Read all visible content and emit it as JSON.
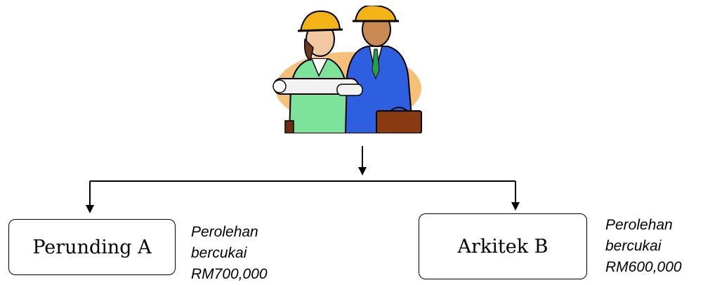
{
  "diagram": {
    "boxes": [
      {
        "label": "Perunding A",
        "note": [
          "Perolehan",
          "bercukai",
          "RM700,000"
        ]
      },
      {
        "label": "Arkitek B",
        "note": [
          "Perolehan",
          "bercukai",
          "RM600,000"
        ]
      }
    ],
    "illustration": {
      "icon": "engineers-with-hard-hats-icon"
    }
  }
}
